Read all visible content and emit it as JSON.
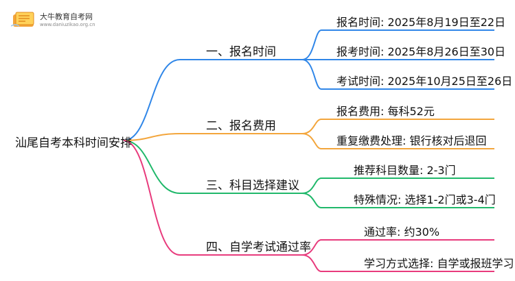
{
  "logo": {
    "name": "大牛教育自考网",
    "url": "www.daniuzikao.org.cn"
  },
  "colors": {
    "blue": "#2f86e8",
    "orange": "#f3a53b",
    "green": "#1fb86a",
    "pink": "#e83a7c"
  },
  "root": "汕尾自考本科时间安排",
  "branches": [
    {
      "label": "一、报名时间",
      "color": "blue",
      "leaves": [
        "报名时间: 2025年8月19日至22日",
        "报考时间: 2025年8月26日至30日",
        "考试时间: 2025年10月25日至26日"
      ]
    },
    {
      "label": "二、报名费用",
      "color": "orange",
      "leaves": [
        "报名费用: 每科52元",
        "重复缴费处理: 银行核对后退回"
      ]
    },
    {
      "label": "三、科目选择建议",
      "color": "green",
      "leaves": [
        "推荐科目数量: 2-3门",
        "特殊情况: 选择1-2门或3-4门"
      ]
    },
    {
      "label": "四、自学考试通过率",
      "color": "pink",
      "leaves": [
        "通过率: 约30%",
        "学习方式选择: 自学或报班学习"
      ]
    }
  ]
}
